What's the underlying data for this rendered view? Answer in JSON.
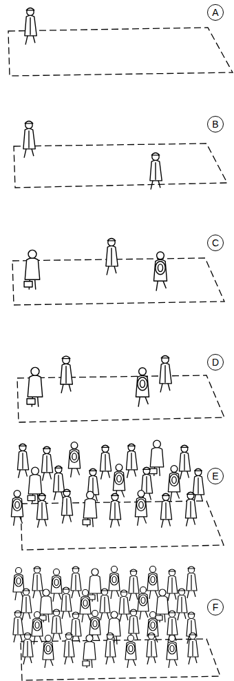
{
  "diagram": {
    "nodes": [
      {
        "text": [
          "A"
        ]
      },
      {
        "text": [
          "B"
        ]
      },
      {
        "text": [
          "C"
        ]
      },
      {
        "text": [
          "D"
        ]
      },
      {
        "text": [
          "E"
        ]
      },
      {
        "text": [
          "F"
        ]
      }
    ]
  }
}
